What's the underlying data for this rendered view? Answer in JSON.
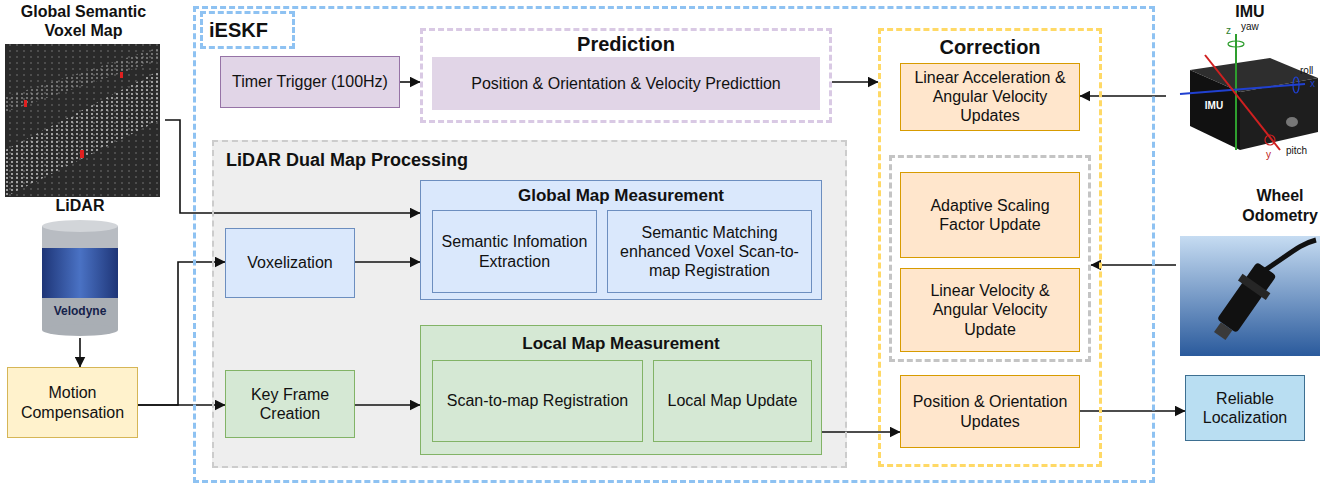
{
  "diagram": {
    "nodes": [
      {
        "text": [
          "Global Semantic Voxel Map"
        ]
      },
      {
        "text": [
          "LiDAR"
        ]
      },
      {
        "text": [
          "Motion Compensation"
        ]
      },
      {
        "text": [
          "iESKF"
        ]
      },
      {
        "text": [
          "Timer Trigger (100Hz)"
        ],
        "in": 3
      },
      {
        "text": [
          "Prediction"
        ],
        "in": 3
      },
      {
        "text": [
          "Position & Orientation & Velocity Predicttion"
        ],
        "in": 5
      },
      {
        "text": [
          "LiDAR Dual Map Processing"
        ],
        "in": 3
      },
      {
        "text": [
          "Voxelization"
        ],
        "in": 7
      },
      {
        "text": [
          "Global Map Measurement"
        ],
        "in": 7
      },
      {
        "text": [
          "Semantic Infomation Extraction"
        ],
        "in": 9
      },
      {
        "text": [
          "Semantic Matching enhanced Voxel Scan-to-map Registration"
        ],
        "in": 9
      },
      {
        "text": [
          "Key Frame Creation"
        ],
        "in": 7
      },
      {
        "text": [
          "Local Map Measurement"
        ],
        "in": 7
      },
      {
        "text": [
          "Scan-to-map Registration"
        ],
        "in": 13
      },
      {
        "text": [
          "Local Map Update"
        ],
        "in": 13
      },
      {
        "text": [
          "Correction"
        ],
        "in": 3
      },
      {
        "text": [
          "Linear Acceleration & Angular Velocity Updates"
        ],
        "in": 16
      },
      {
        "text": [],
        "in": 16
      },
      {
        "text": [
          "Adaptive Scaling Factor Update"
        ],
        "in": 18
      },
      {
        "text": [
          "Linear Velocity & Angular Velocity Update"
        ],
        "in": 18
      },
      {
        "text": [
          "Position & Orientation Updates"
        ],
        "in": 16
      },
      {
        "text": [
          "IMU"
        ]
      },
      {
        "text": [
          "Wheel Odometry"
        ]
      },
      {
        "text": [
          "Reliable Localization"
        ]
      }
    ],
    "edges": [
      {
        "from": 0,
        "to": 9,
        "arrow": "to"
      },
      {
        "from": 1,
        "to": 2,
        "arrow": "to"
      },
      {
        "from": 2,
        "to": 8,
        "arrow": "to"
      },
      {
        "from": 2,
        "to": 12,
        "arrow": "to"
      },
      {
        "from": 4,
        "to": 5,
        "arrow": "to"
      },
      {
        "from": 5,
        "to": 16,
        "arrow": "to"
      },
      {
        "from": 8,
        "to": 9,
        "arrow": "to"
      },
      {
        "from": 12,
        "to": 13,
        "arrow": "to"
      },
      {
        "from": 13,
        "to": 21,
        "arrow": "to"
      },
      {
        "from": 22,
        "to": 17,
        "arrow": "to"
      },
      {
        "from": 23,
        "to": 18,
        "arrow": "to"
      },
      {
        "from": 21,
        "to": 24,
        "arrow": "to"
      }
    ],
    "labels": [
      "Velodyne",
      "z",
      "yaw",
      "roll",
      "x",
      "IMU",
      "y",
      "pitch"
    ]
  }
}
